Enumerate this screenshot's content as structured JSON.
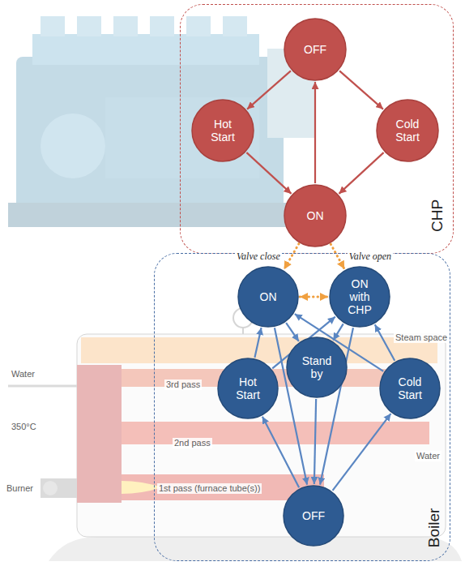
{
  "diagram": {
    "nodes": [
      {
        "text": [
          "CHP"
        ]
      },
      {
        "text": [
          "OFF"
        ],
        "in": 0
      },
      {
        "text": [
          "Hot Start"
        ],
        "in": 0
      },
      {
        "text": [
          "Cold Start"
        ],
        "in": 0
      },
      {
        "text": [
          "ON"
        ],
        "in": 0
      },
      {
        "text": [
          "Boiler"
        ]
      },
      {
        "text": [
          "ON"
        ],
        "in": 5
      },
      {
        "text": [
          "ON with CHP"
        ],
        "in": 5
      },
      {
        "text": [
          "Hot Start"
        ],
        "in": 5
      },
      {
        "text": [
          "Stand by"
        ],
        "in": 5
      },
      {
        "text": [
          "Cold Start"
        ],
        "in": 5
      },
      {
        "text": [
          "OFF"
        ],
        "in": 5
      }
    ],
    "edges": [
      {
        "from": 1,
        "to": 2,
        "arrow": "to"
      },
      {
        "from": 1,
        "to": 3,
        "arrow": "to"
      },
      {
        "from": 2,
        "to": 4,
        "arrow": "to"
      },
      {
        "from": 3,
        "to": 4,
        "arrow": "to"
      },
      {
        "from": 4,
        "to": 1,
        "arrow": "to"
      },
      {
        "from": 4,
        "to": 6,
        "label": "Valve close",
        "arrow": "to"
      },
      {
        "from": 4,
        "to": 7,
        "label": "Valve open",
        "arrow": "to"
      },
      {
        "from": 6,
        "to": 7,
        "arrow": "both"
      },
      {
        "from": 8,
        "to": 6,
        "arrow": "to"
      },
      {
        "from": 8,
        "to": 7,
        "arrow": "to"
      },
      {
        "from": 10,
        "to": 6,
        "arrow": "to"
      },
      {
        "from": 10,
        "to": 7,
        "arrow": "to"
      },
      {
        "from": 6,
        "to": 9,
        "arrow": "to"
      },
      {
        "from": 7,
        "to": 9,
        "arrow": "to"
      },
      {
        "from": 9,
        "to": 11,
        "arrow": "to"
      },
      {
        "from": 6,
        "to": 11,
        "arrow": "to"
      },
      {
        "from": 7,
        "to": 11,
        "arrow": "to"
      },
      {
        "from": 11,
        "to": 8,
        "arrow": "to"
      },
      {
        "from": 11,
        "to": 10,
        "arrow": "to"
      }
    ],
    "labels": [
      "Water",
      "Steam space",
      "3rd pass",
      "350°C",
      "2nd pass",
      "1st pass (furnace tube(s))",
      "Burner",
      "Water"
    ]
  }
}
